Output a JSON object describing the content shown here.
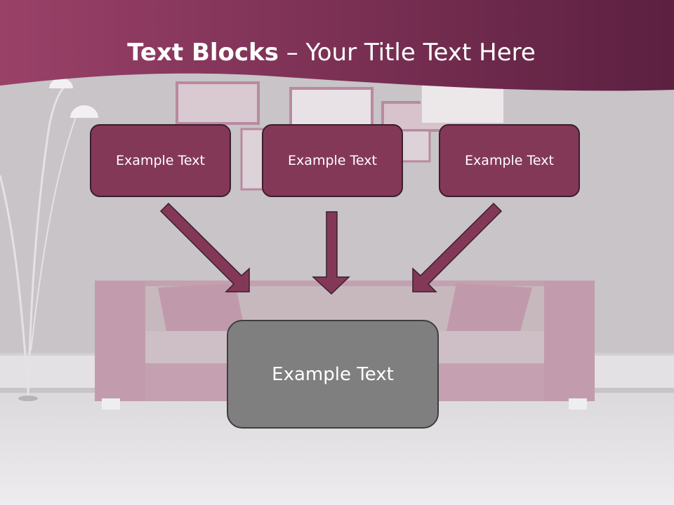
{
  "slide": {
    "title_bold": "Text Blocks",
    "title_rest": " – Your Title Text Here",
    "boxes": [
      {
        "label": "Example Text"
      },
      {
        "label": "Example Text"
      },
      {
        "label": "Example Text"
      }
    ],
    "result_box": {
      "label": "Example Text"
    }
  },
  "colors": {
    "header": "#7a2f52",
    "box_fill": "#843858",
    "box_border": "#3a1e2c",
    "arrow_fill": "#843858",
    "result_fill": "#7f7f7f",
    "result_border": "#3e3e3e"
  }
}
